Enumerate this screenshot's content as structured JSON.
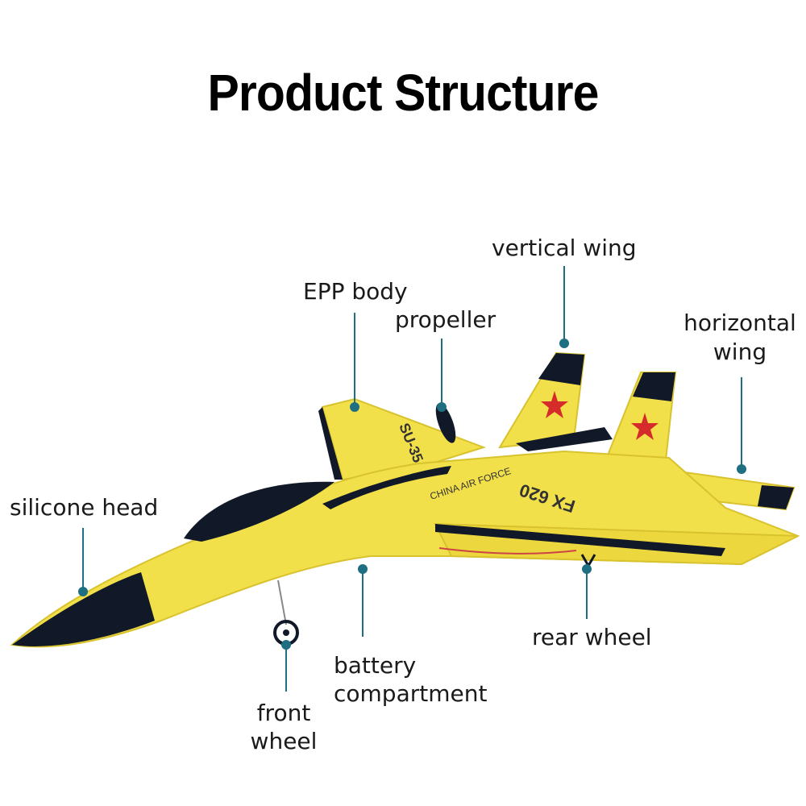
{
  "title": "Product Structure",
  "labels": {
    "vertical_wing": "vertical wing",
    "epp_body": "EPP body",
    "propeller": "propeller",
    "horizontal_wing_1": "horizontal",
    "horizontal_wing_2": "wing",
    "silicone_head": "silicone head",
    "rear_wheel": "rear wheel",
    "battery_1": "battery",
    "battery_2": "compartment",
    "front_wheel_1": "front",
    "front_wheel_2": "wheel"
  },
  "decals": {
    "model_left": "SU-35",
    "china_air_force": "CHINA AIR FORCE",
    "model_right": "FX 620"
  },
  "colors": {
    "body": "#f2e04a",
    "body_shadow": "#d8c22e",
    "trim": "#111827",
    "star": "#d62b2b",
    "leader": "#1f6f82"
  }
}
